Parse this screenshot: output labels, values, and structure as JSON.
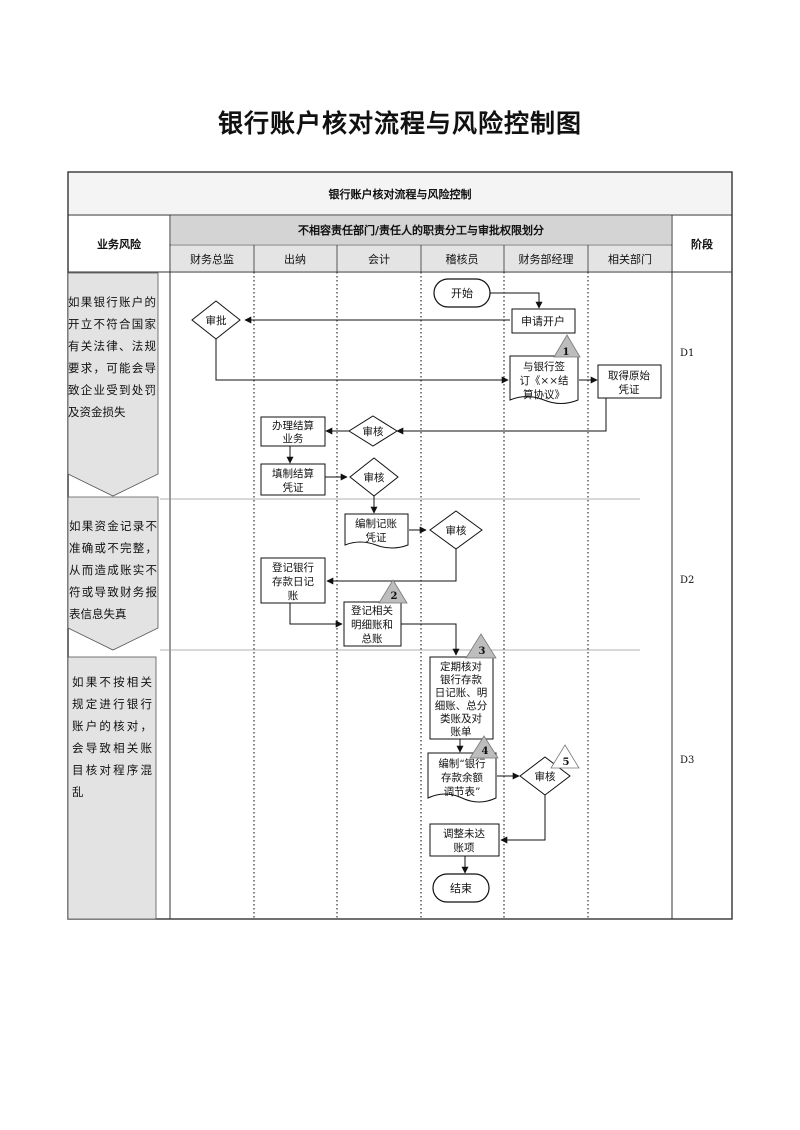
{
  "page_title": "银行账户核对流程与风险控制图",
  "table_title": "银行账户核对流程与风险控制",
  "risk_header": "业务风险",
  "dept_header": "不相容责任部门/责任人的职责分工与审批权限划分",
  "stage_header": "阶段",
  "lanes": [
    "财务总监",
    "出纳",
    "会计",
    "稽核员",
    "财务部经理",
    "相关部门"
  ],
  "risks": [
    "如果银行账户的开立不符合国家有关法律、法规要求，可能会导致企业受到处罚及资金损失",
    "如果资金记录不准确或不完整，从而造成账实不符或导致财务报表信息失真",
    "如果不按相关规定进行银行账户的核对，会导致相关账目核对程序混乱"
  ],
  "stages": [
    "D1",
    "D2",
    "D3"
  ],
  "nodes": {
    "start": "开始",
    "apply": "申请开户",
    "approve": "审批",
    "sign": [
      "与银行签",
      "订《××结",
      "算协议》"
    ],
    "voucher": [
      "取得原始",
      "凭证"
    ],
    "review1": "审核",
    "settle": [
      "办理结算",
      "业务"
    ],
    "fill": [
      "填制结算",
      "凭证"
    ],
    "review2": "审核",
    "compile": [
      "编制记账",
      "凭证"
    ],
    "review3": "审核",
    "journal": [
      "登记银行",
      "存款日记",
      "账"
    ],
    "ledger": [
      "登记相关",
      "明细账和",
      "总账"
    ],
    "check": [
      "定期核对",
      "银行存款",
      "日记账、明",
      "细账、总分",
      "类账及对",
      "账单"
    ],
    "reconcile": [
      "编制“银行",
      "存款余额",
      "调节表”"
    ],
    "review4": "审核",
    "adjust": [
      "调整未达",
      "账项"
    ],
    "end": "结束"
  },
  "markers": [
    "1",
    "2",
    "3",
    "4",
    "5"
  ]
}
